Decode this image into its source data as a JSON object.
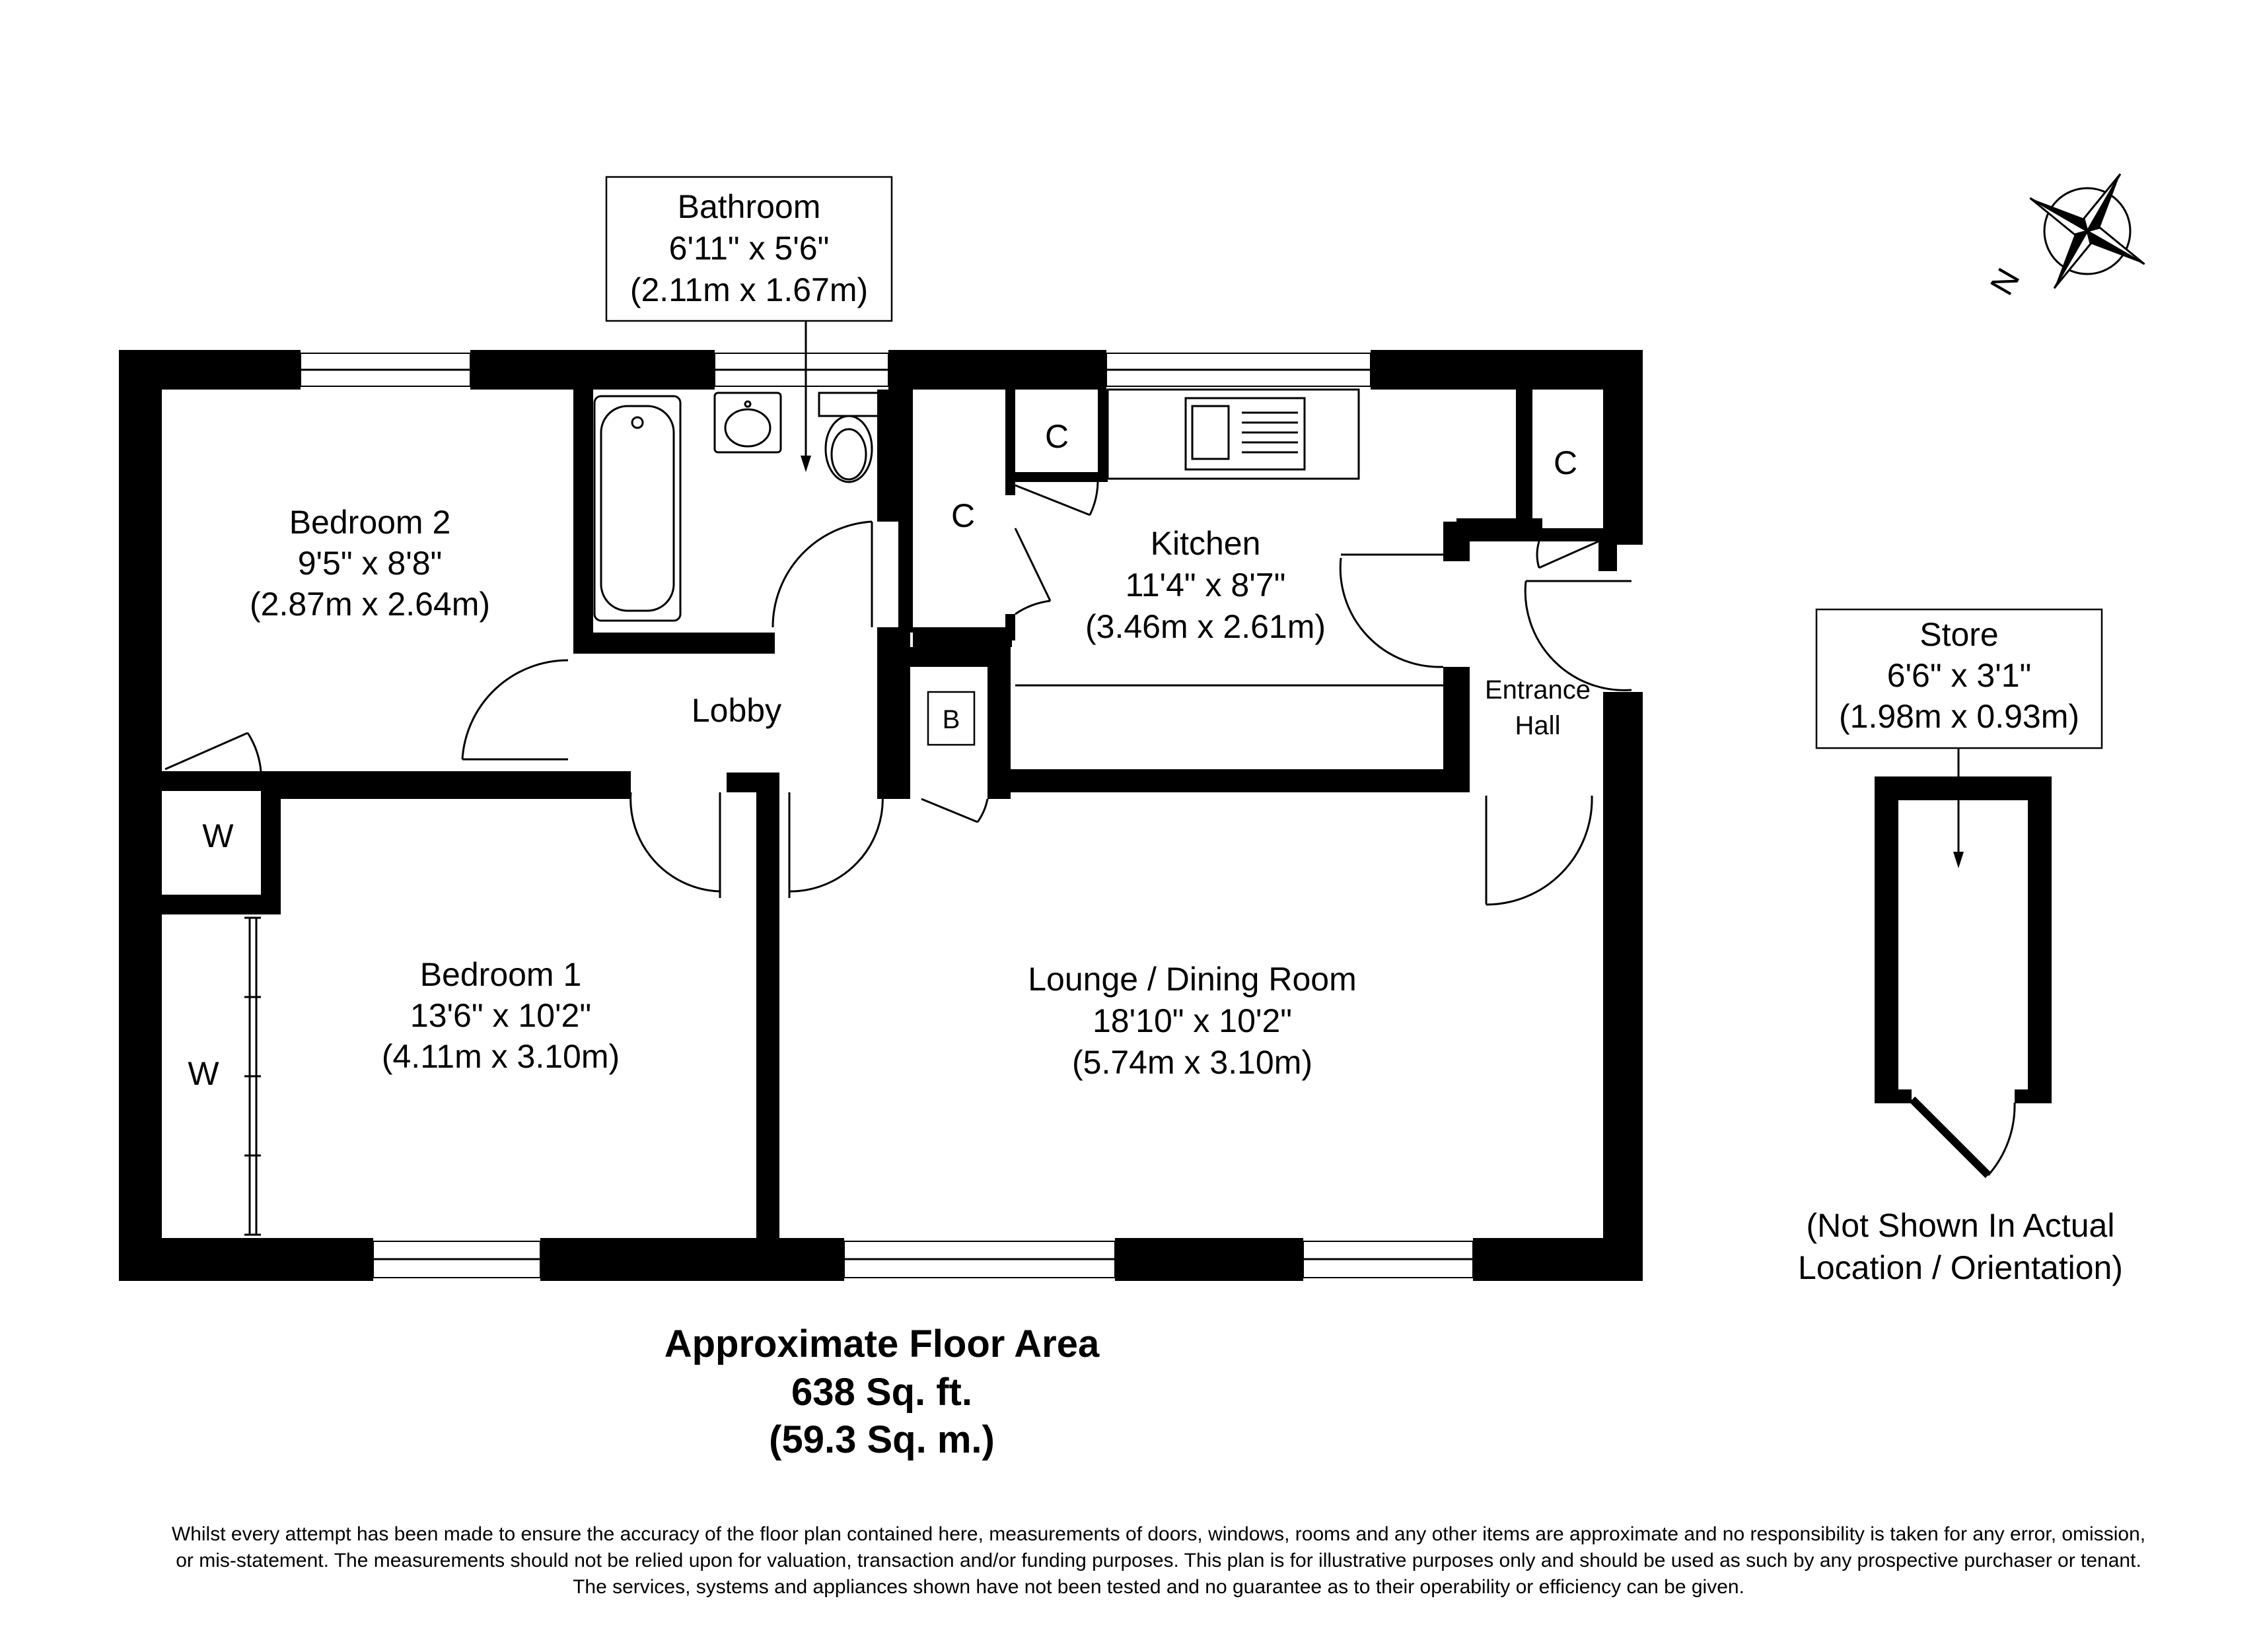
{
  "rooms": {
    "bathroom": {
      "name": "Bathroom",
      "imperial": "6'11\" x 5'6\"",
      "metric": "(2.11m x 1.67m)"
    },
    "bedroom2": {
      "name": "Bedroom 2",
      "imperial": "9'5\" x 8'8\"",
      "metric": "(2.87m x 2.64m)"
    },
    "kitchen": {
      "name": "Kitchen",
      "imperial": "11'4\" x 8'7\"",
      "metric": "(3.46m x 2.61m)"
    },
    "lobby": {
      "name": "Lobby"
    },
    "entrance": {
      "line1": "Entrance",
      "line2": "Hall"
    },
    "bedroom1": {
      "name": "Bedroom 1",
      "imperial": "13'6\" x 10'2\"",
      "metric": "(4.11m x 3.10m)"
    },
    "lounge": {
      "name": "Lounge / Dining Room",
      "imperial": "18'10\" x 10'2\"",
      "metric": "(5.74m x 3.10m)"
    },
    "store": {
      "name": "Store",
      "imperial": "6'6\" x 3'1\"",
      "metric": "(1.98m x 0.93m)"
    }
  },
  "cupboards": {
    "cupboard": "C",
    "wardrobe": "W",
    "boiler": "B"
  },
  "store_note": {
    "line1": "(Not Shown In Actual",
    "line2": "Location / Orientation)"
  },
  "floor_area": {
    "title": "Approximate Floor Area",
    "sqft": "638 Sq. ft.",
    "sqm": "(59.3 Sq. m.)"
  },
  "compass": {
    "label": "N",
    "icon": "compass-rose-icon"
  },
  "disclaimer": {
    "line1": "Whilst every attempt has been made to ensure the accuracy of the floor plan contained here, measurements of doors, windows, rooms and any other items are approximate and no responsibility is taken for any error, omission,",
    "line2": "or mis-statement. The measurements should not be relied upon for valuation, transaction and/or funding purposes. This plan is for illustrative purposes only and should be used as such by any prospective purchaser or tenant.",
    "line3": "The services, systems and appliances shown have not been tested and no guarantee as to their operability or efficiency can be given."
  },
  "colors": {
    "wall": "#000000",
    "background": "#ffffff"
  }
}
